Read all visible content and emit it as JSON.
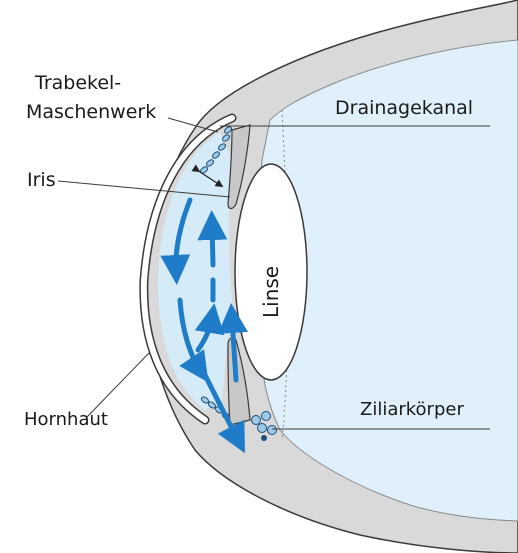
{
  "labels": {
    "trabekel_line1": "Trabekel-",
    "trabekel_line2": "Maschenwerk",
    "drainagekanal": "Drainagekanal",
    "iris": "Iris",
    "linse": "Linse",
    "hornhaut": "Hornhaut",
    "ziliarkoerper": "Ziliarkörper"
  },
  "colors": {
    "sclera": "#d9d9d9",
    "eye_interior": "#dff0fb",
    "anterior_chamber": "#d6ebf8",
    "flow_arrow": "#1f7cc8",
    "outline": "#3a3a3a",
    "lens": "#ffffff"
  }
}
